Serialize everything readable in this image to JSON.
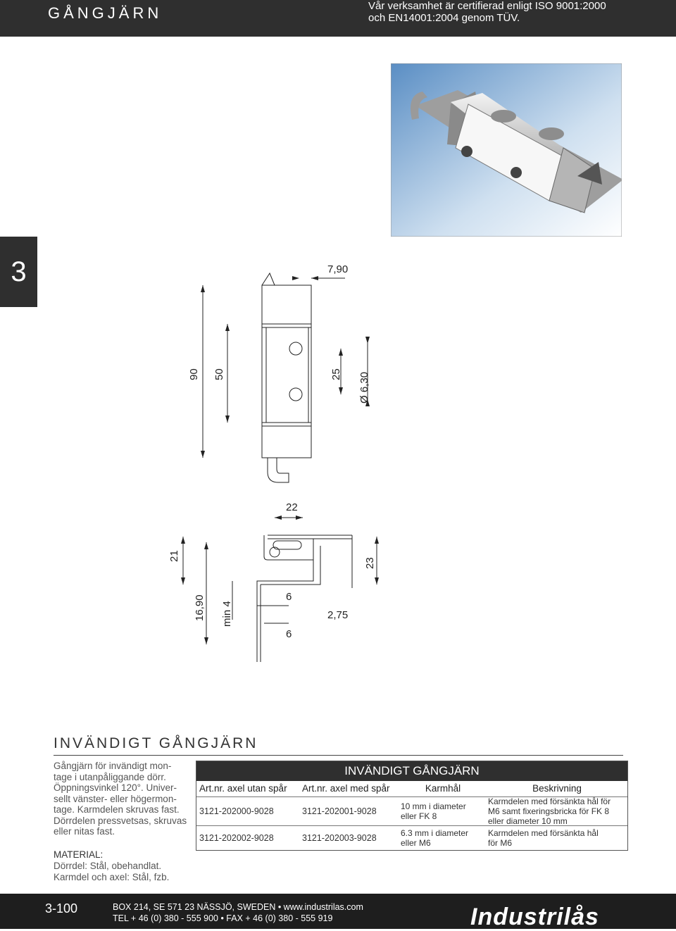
{
  "header": {
    "title": "GÅNGJÄRN",
    "cert_line1": "Vår verksamhet är certifierad enligt ISO 9001:2000",
    "cert_line2": "och EN14001:2004 genom TÜV."
  },
  "chapter": "3",
  "drawing": {
    "front_dims": [
      "7,90",
      "90",
      "50",
      "25",
      "Ø  6,30"
    ],
    "section_dims": [
      "22",
      "21",
      "23",
      "16,90",
      "min  4",
      "6",
      "6",
      "2,75"
    ]
  },
  "section": {
    "title": "INVÄNDIGT GÅNGJÄRN",
    "description": [
      "Gångjärn för invändigt mon-",
      "tage i utanpåliggande dörr.",
      "Öppningsvinkel 120°. Univer-",
      "sellt vänster- eller högermon-",
      "tage. Karmdelen skruvas fast.",
      "Dörrdelen pressvetsas, skruvas",
      "eller nitas fast."
    ],
    "material_label": "MATERIAL:",
    "material_lines": [
      "Dörrdel: Stål, obehandlat.",
      "Karmdel och axel: Stål, fzb."
    ]
  },
  "table": {
    "caption": "INVÄNDIGT GÅNGJÄRN",
    "headers": [
      "Art.nr. axel utan spår",
      "Art.nr. axel med spår",
      "Karmhål",
      "Beskrivning"
    ],
    "rows": [
      {
        "art_utan": "3121-202000-9028",
        "art_med": "3121-202001-9028",
        "karmhal_1": "10 mm i diameter",
        "karmhal_2": "eller FK 8",
        "beskr_1": "Karmdelen med försänkta hål för",
        "beskr_2": "M6 samt fixeringsbricka för FK 8",
        "beskr_3": "eller diameter 10 mm"
      },
      {
        "art_utan": "3121-202002-9028",
        "art_med": "3121-202003-9028",
        "karmhal_1": "6.3 mm i diameter",
        "karmhal_2": "eller M6",
        "beskr_1": "Karmdelen med försänkta hål",
        "beskr_2": "för M6"
      }
    ]
  },
  "footer": {
    "page": "3-100",
    "address": "BOX 214, SE 571 23 NÄSSJÖ, SWEDEN • www.industrilas.com",
    "contact": "TEL + 46 (0) 380 - 555 900 • FAX + 46 (0) 380 - 555 919",
    "logo": "Industrilås"
  }
}
